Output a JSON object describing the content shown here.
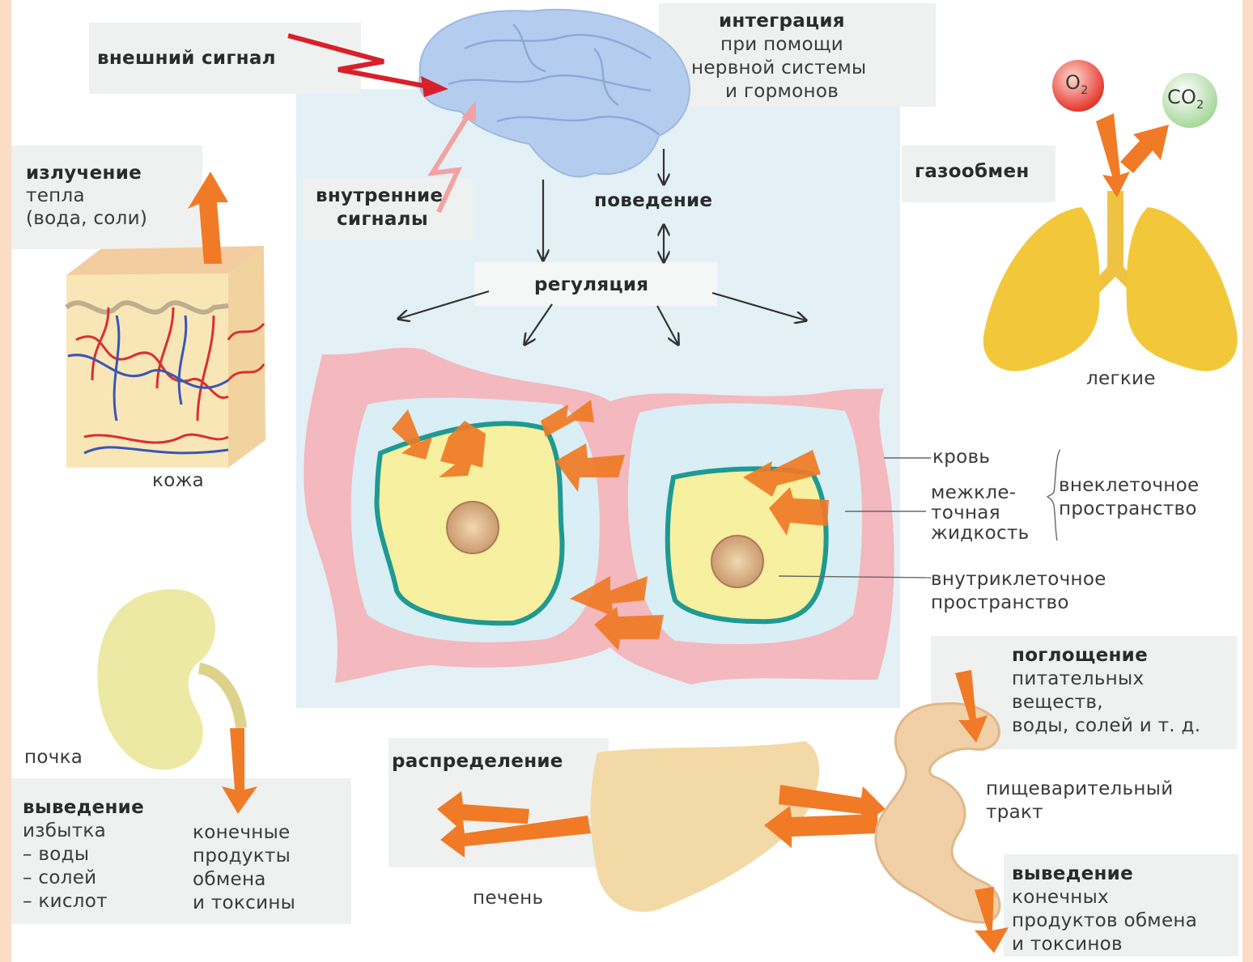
{
  "frame": {
    "border_color": "#fbdcc4",
    "background": "#ffffff"
  },
  "integration": {
    "title": "интеграция",
    "lines": [
      "при помощи",
      "нервной системы",
      "и гормонов"
    ]
  },
  "external_signal": "внешний сигнал",
  "internal_signals": [
    "внутренние",
    "сигналы"
  ],
  "behavior": "поведение",
  "regulation": "регуляция",
  "radiation": {
    "title": "излучение",
    "lines": [
      "тепла",
      "(вода, соли)"
    ]
  },
  "skin": "кожа",
  "gas_exchange": {
    "title": "газообмен",
    "o2": "O",
    "co2": "CO",
    "sub": "2"
  },
  "lungs": "легкие",
  "blood": "кровь",
  "interstitial": [
    "межкле-",
    "точная",
    "жидкость"
  ],
  "extracellular": [
    "внеклеточное",
    "пространство"
  ],
  "intracellular": [
    "внутриклеточное",
    "пространство"
  ],
  "kidney": "почка",
  "excretion_left": {
    "title": "выведение",
    "lines": [
      "избытка",
      "– воды",
      "– солей",
      "– кислот"
    ]
  },
  "end_products": [
    "конечные",
    "продукты",
    "обмена",
    "и токсины"
  ],
  "distribution": "распределение",
  "liver": "печень",
  "absorption": {
    "title": "поглощение",
    "lines": [
      "питательных",
      "веществ,",
      "воды, солей и т. д."
    ]
  },
  "digestive": [
    "пищеварительный",
    "тракт"
  ],
  "excretion_right": {
    "title": "выведение",
    "lines": [
      "конечных",
      "продуктов обмена",
      "и токсинов"
    ]
  },
  "colors": {
    "membrane": "#f4b8bf",
    "interstitial": "#d9eef5",
    "cytoplasm": "#f7f0a0",
    "cell_border": "#1e9a93",
    "arrow": "#f07a26",
    "brain": "#aac8ec",
    "lungs": "#f2c83a",
    "kidney": "#ece9a4",
    "liver": "#f3d9a6",
    "signal_red": "#d8202a",
    "signal_pink": "#f3a2a2"
  }
}
